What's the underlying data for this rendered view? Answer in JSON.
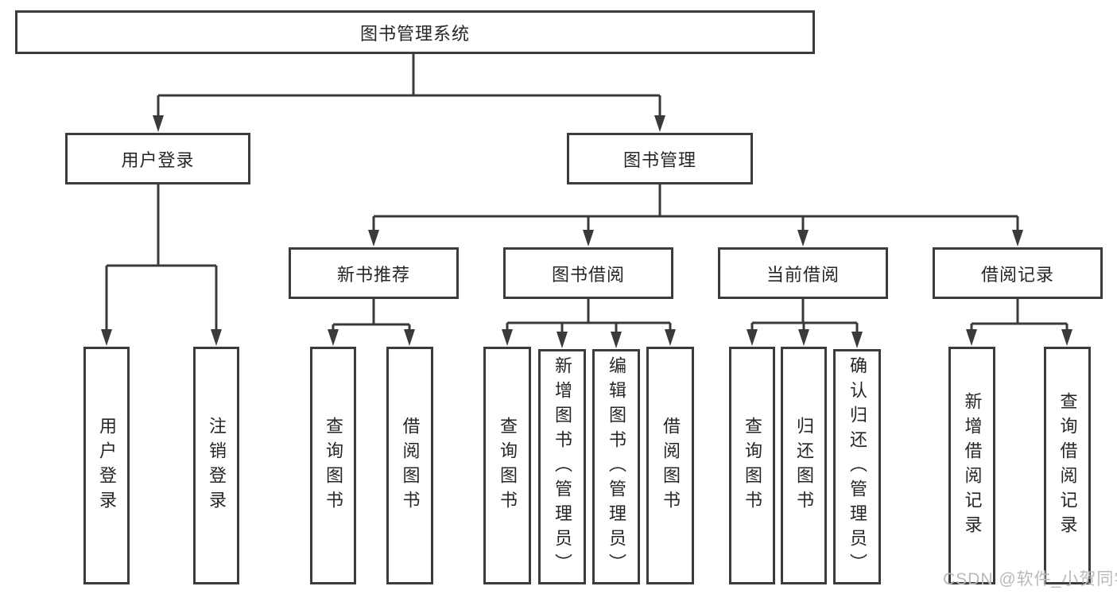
{
  "diagram": {
    "root": {
      "label": "图书管理系统"
    },
    "level2": [
      {
        "label": "用户登录"
      },
      {
        "label": "图书管理"
      }
    ],
    "level3": [
      {
        "label": "新书推荐"
      },
      {
        "label": "图书借阅"
      },
      {
        "label": "当前借阅"
      },
      {
        "label": "借阅记录"
      }
    ],
    "leaves": [
      {
        "label": "用户登录"
      },
      {
        "label": "注销登录"
      },
      {
        "label": "查询图书"
      },
      {
        "label": "借阅图书"
      },
      {
        "label": "查询图书"
      },
      {
        "label": "新增图书（管理员）"
      },
      {
        "label": "编辑图书（管理员）"
      },
      {
        "label": "借阅图书"
      },
      {
        "label": "查询图书"
      },
      {
        "label": "归还图书"
      },
      {
        "label": "确认归还（管理员）"
      },
      {
        "label": "新增借阅记录"
      },
      {
        "label": "查询借阅记录"
      }
    ],
    "watermark": {
      "text": "CSDN @软件_小贺同学"
    },
    "colors": {
      "line": "#3a3a3a",
      "box_border": "#3c3c3c",
      "text": "#262626",
      "watermark": "#b9b9b9",
      "background": "#ffffff"
    }
  }
}
